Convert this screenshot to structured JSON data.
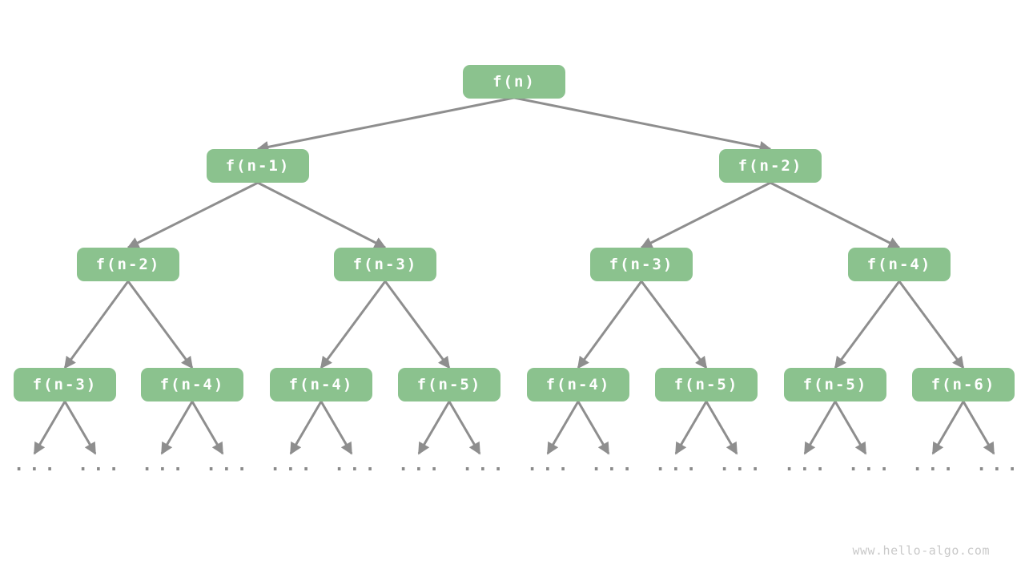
{
  "watermark": {
    "text": "www.hello-algo.com"
  },
  "colors": {
    "node_fill": "#8bc28e",
    "node_text": "#ffffff",
    "edge": "#8e8e8e",
    "ellipsis": "#8a8a8a",
    "watermark": "#c9c9c9"
  },
  "tree": {
    "description": "Recursion tree of f(n); each node expands into f(n-1) and f(n-2)",
    "levels": [
      {
        "nodes": [
          "f(n)"
        ]
      },
      {
        "nodes": [
          "f(n-1)",
          "f(n-2)"
        ]
      },
      {
        "nodes": [
          "f(n-2)",
          "f(n-3)",
          "f(n-3)",
          "f(n-4)"
        ]
      },
      {
        "nodes": [
          "f(n-3)",
          "f(n-4)",
          "f(n-4)",
          "f(n-5)",
          "f(n-4)",
          "f(n-5)",
          "f(n-5)",
          "f(n-6)"
        ]
      },
      {
        "nodes": [
          "...",
          "...",
          "...",
          "...",
          "...",
          "...",
          "...",
          "...",
          "...",
          "...",
          "...",
          "...",
          "...",
          "...",
          "...",
          "..."
        ]
      }
    ]
  }
}
